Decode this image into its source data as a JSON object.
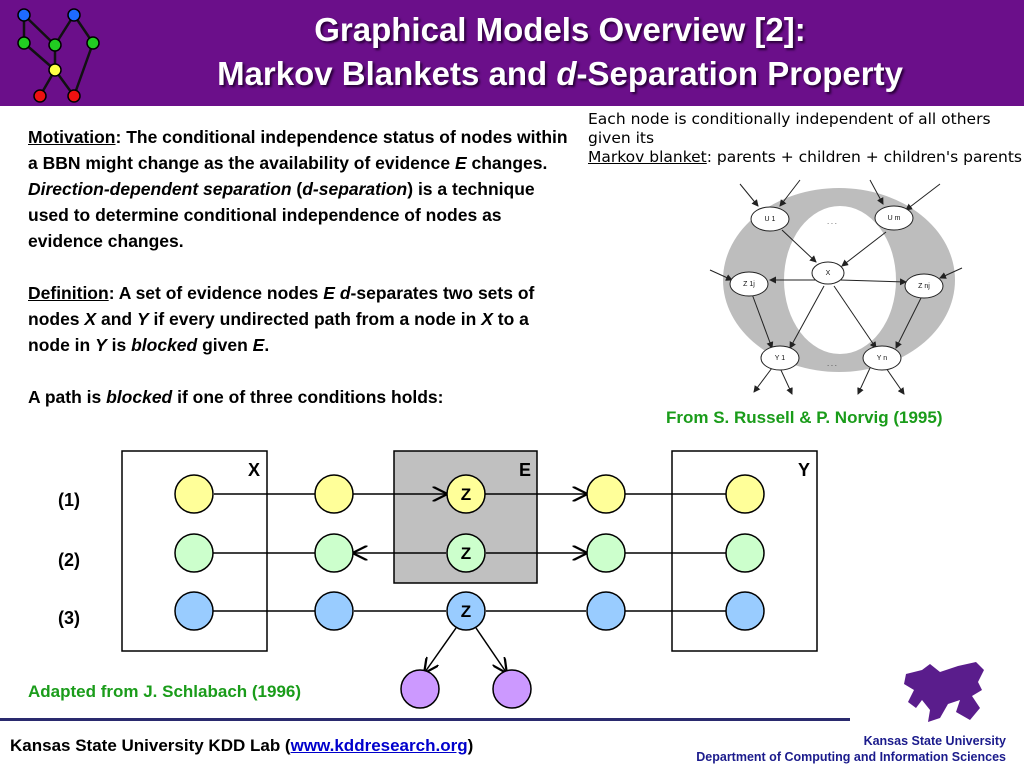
{
  "title": {
    "line1": "Graphical Models Overview [2]:",
    "line2_pre": "Markov Blankets and ",
    "line2_italic": "d",
    "line2_post": "-Separation Property"
  },
  "motivation": {
    "label": "Motivation",
    "t1": ": The conditional independence status of nodes within a BBN might change as the availability of evidence ",
    "e1": "E",
    "t2": " changes.  ",
    "dds": "Direction-dependent separation",
    "t3": " (",
    "ds": "d-separation",
    "t4": ") is a technique used to determine conditional independence of nodes as evidence changes."
  },
  "definition": {
    "label": "Definition",
    "t1": ": A set of evidence nodes ",
    "e": "E",
    "t1b": " ",
    "d": "d",
    "t2": "-separates two sets of nodes ",
    "x": "X",
    "t3": " and ",
    "y": "Y",
    "t4": " if every undirected path from a node in ",
    "x2": "X",
    "t5": " to a node in ",
    "y2": "Y",
    "t6": " is ",
    "blocked": "blocked",
    "t7": " given ",
    "e2": "E",
    "t8": "."
  },
  "path_blocked": {
    "t1": "A path is ",
    "blocked": "blocked",
    "t2": " if one of three conditions holds:"
  },
  "markov_caption": {
    "line1": "Each node is conditionally independent of all others given its",
    "line2_label": "Markov blanket",
    "line2_rest": ":  parents + children + children's parents"
  },
  "markov_figure": {
    "u1": "U 1",
    "um": "U m",
    "z1j": "Z 1j",
    "znj": "Z nj",
    "x": "X",
    "y1": "Y 1",
    "yn": "Y n",
    "dots": ". . ."
  },
  "russell_credit": "From S. Russell & P. Norvig (1995)",
  "schlabach_credit": "Adapted from J. Schlabach (1996)",
  "dsep": {
    "box_x": "X",
    "box_e": "E",
    "box_y": "Y",
    "z_label": "Z",
    "rows": [
      "(1)",
      "(2)",
      "(3)"
    ]
  },
  "colors": {
    "header": "#6b0f8a",
    "yellow": "#ffff99",
    "green": "#ccffcc",
    "blue": "#99ccff",
    "purple": "#cc99ff",
    "grey_box": "#c0c0c0",
    "credit_green": "#1a9c1a"
  },
  "footer": {
    "left_pre": "Kansas State University KDD Lab (",
    "link": "www.kddresearch.org",
    "left_post": ")",
    "right1": "Kansas State University",
    "right2": "Department of Computing and Information Sciences"
  }
}
